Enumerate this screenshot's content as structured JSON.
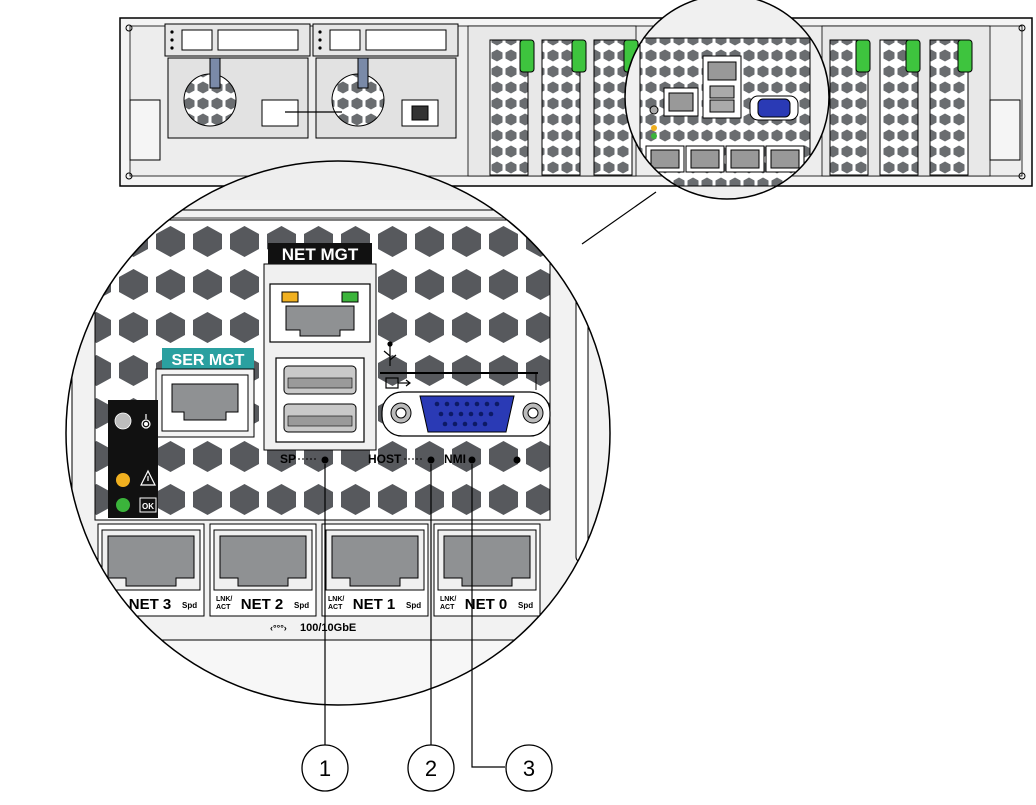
{
  "labels": {
    "net_mgt": "NET MGT",
    "ser_mgt": "SER MGT",
    "sp": "SP",
    "host": "HOST",
    "nmi": "NMI",
    "ok": "OK",
    "lnk_act_line1": "LNK/",
    "lnk_act_line2": "ACT",
    "spd": "Spd",
    "speed": "100/10GbE",
    "net3": "NET 3",
    "net2": "NET 2",
    "net1": "NET 1",
    "net0": "NET 0"
  },
  "callouts": [
    {
      "number": "1"
    },
    {
      "number": "2"
    },
    {
      "number": "3"
    }
  ],
  "colors": {
    "line": "#000000",
    "panel": "#ededed",
    "grille": "#55585c",
    "vga_blue": "#2a3ab5",
    "ser_mgt_teal": "#2aa0a0",
    "led_green": "#3bb43b",
    "led_amber": "#f0b020",
    "handle_green": "#3ec43e"
  },
  "icons": [
    "usb-icon",
    "locator-icon",
    "warning-icon",
    "video-icon"
  ]
}
